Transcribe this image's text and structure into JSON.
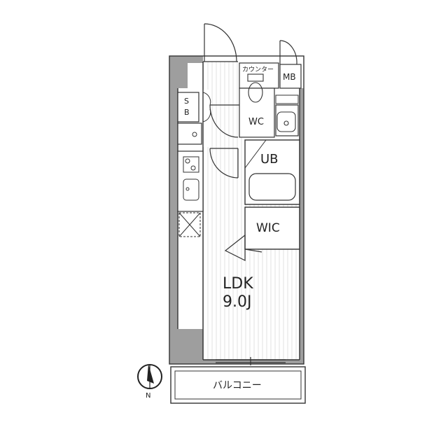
{
  "rooms": {
    "ldk": {
      "name": "LDK",
      "size": "9.0J"
    },
    "wic": "WIC",
    "ub": "UB",
    "wc": "WC",
    "mb": "MB",
    "counter": "カウンター",
    "sb_top": "S",
    "sb_bottom": "B",
    "balcony": "バルコニー"
  },
  "compass": {
    "label": "N"
  },
  "colors": {
    "wall": "#9e9e9e",
    "line": "#333333",
    "floor_stripe": "#e4e4e4"
  }
}
